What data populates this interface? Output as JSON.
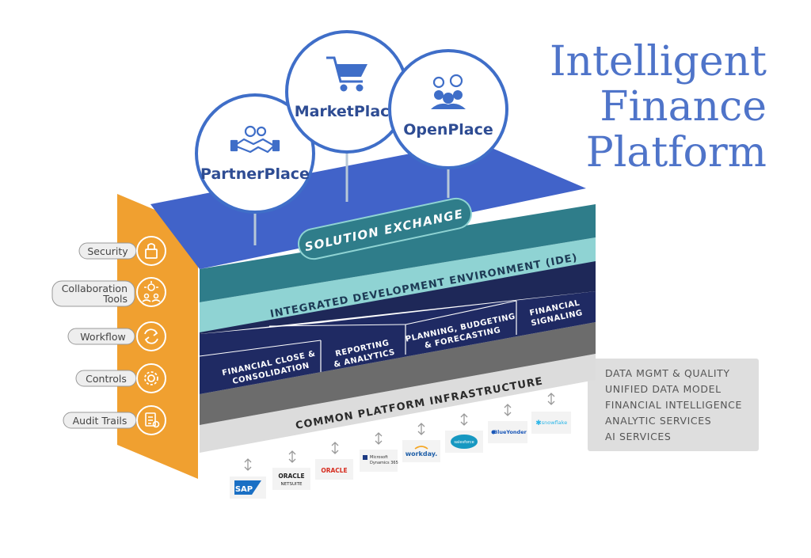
{
  "title": [
    "Intelligent",
    "Finance",
    "Platform"
  ],
  "places": [
    {
      "name": "PartnerPlace",
      "icon": "handshake-gear-icon"
    },
    {
      "name": "MarketPlace",
      "icon": "shopping-cart-icon"
    },
    {
      "name": "OpenPlace",
      "icon": "people-gear-icon"
    }
  ],
  "layers": {
    "solution_exchange": "SOLUTION EXCHANGE",
    "ide": "INTEGRATED DEVELOPMENT ENVIRONMENT (IDE)",
    "modules": [
      [
        "FINANCIAL CLOSE &",
        "CONSOLIDATION"
      ],
      [
        "REPORTING",
        "& ANALYTICS"
      ],
      [
        "PLANNING, BUDGETING",
        "& FORECASTING"
      ],
      [
        "FINANCIAL",
        "SIGNALING"
      ]
    ],
    "infrastructure": "COMMON PLATFORM INFRASTRUCTURE"
  },
  "side_items": [
    {
      "label": [
        "Security"
      ],
      "icon": "lock-icon"
    },
    {
      "label": [
        "Collaboration",
        "Tools"
      ],
      "icon": "lightbulb-people-icon"
    },
    {
      "label": [
        "Workflow"
      ],
      "icon": "cycle-arrows-icon"
    },
    {
      "label": [
        "Controls"
      ],
      "icon": "gear-icon"
    },
    {
      "label": [
        "Audit Trails"
      ],
      "icon": "document-icon"
    }
  ],
  "data_services": [
    "DATA MGMT & QUALITY",
    "UNIFIED DATA MODEL",
    "FINANCIAL INTELLIGENCE",
    "ANALYTIC SERVICES",
    "AI SERVICES"
  ],
  "connectors": [
    {
      "label": [
        "SAP"
      ],
      "color": "#1a6fc4",
      "style": "sap"
    },
    {
      "label": [
        "ORACLE",
        "NETSUITE"
      ],
      "color": "#222222",
      "style": "text"
    },
    {
      "label": [
        "ORACLE"
      ],
      "color": "#d62b1e",
      "style": "text"
    },
    {
      "label": [
        "Microsoft",
        "Dynamics 365"
      ],
      "color": "#333333",
      "style": "small"
    },
    {
      "label": [
        "workday."
      ],
      "color": "#1f5fa8",
      "style": "text"
    },
    {
      "label": [
        "salesforce"
      ],
      "color": "#1798c1",
      "style": "cloud"
    },
    {
      "label": [
        "BlueYonder"
      ],
      "color": "#1a57b8",
      "style": "text"
    },
    {
      "label": [
        "snowflake"
      ],
      "color": "#29b5e8",
      "style": "text"
    }
  ],
  "colors": {
    "orange": "#f0a030",
    "royal": "#4163c9",
    "teal": "#2f7d8a",
    "mint": "#8fd3d3",
    "navy": "#1f2a63",
    "gray": "#6f6f6f",
    "light_gray": "#d2d2d2",
    "circle_blue": "#3f6ec8",
    "service_box": "#dedede"
  }
}
